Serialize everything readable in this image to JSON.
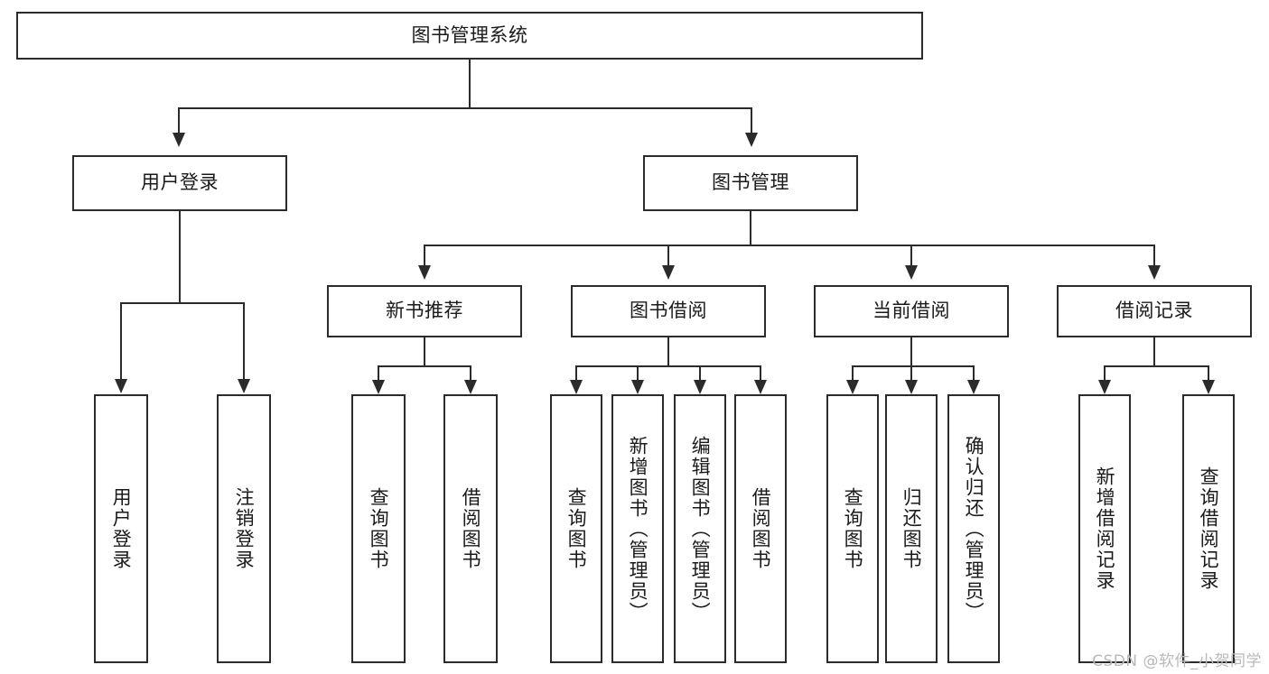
{
  "diagram": {
    "type": "tree-hierarchy-chart",
    "title": "图书管理系统",
    "watermark": "CSDN @软件_小贺同学",
    "colors": {
      "box_border": "#2b2b2b",
      "box_fill": "#ffffff",
      "connector": "#2b2b2b",
      "text": "#1a1a1a",
      "watermark": "#b9b9b9",
      "background": "#ffffff"
    },
    "root": {
      "label": "图书管理系统"
    },
    "level2": [
      {
        "label": "用户登录"
      },
      {
        "label": "图书管理"
      }
    ],
    "level3": [
      {
        "label": "新书推荐"
      },
      {
        "label": "图书借阅"
      },
      {
        "label": "当前借阅"
      },
      {
        "label": "借阅记录"
      }
    ],
    "leaves": {
      "user_login": [
        {
          "label": "用户登录"
        },
        {
          "label": "注销登录"
        }
      ],
      "new_book_recommend": [
        {
          "label": "查询图书"
        },
        {
          "label": "借阅图书"
        }
      ],
      "book_borrow": [
        {
          "label": "查询图书"
        },
        {
          "label": "新增图书（管理员）"
        },
        {
          "label": "编辑图书（管理员）"
        },
        {
          "label": "借阅图书"
        }
      ],
      "current_borrow": [
        {
          "label": "查询图书"
        },
        {
          "label": "归还图书"
        },
        {
          "label": "确认归还（管理员）"
        }
      ],
      "borrow_record": [
        {
          "label": "新增借阅记录"
        },
        {
          "label": "查询借阅记录"
        }
      ]
    }
  }
}
